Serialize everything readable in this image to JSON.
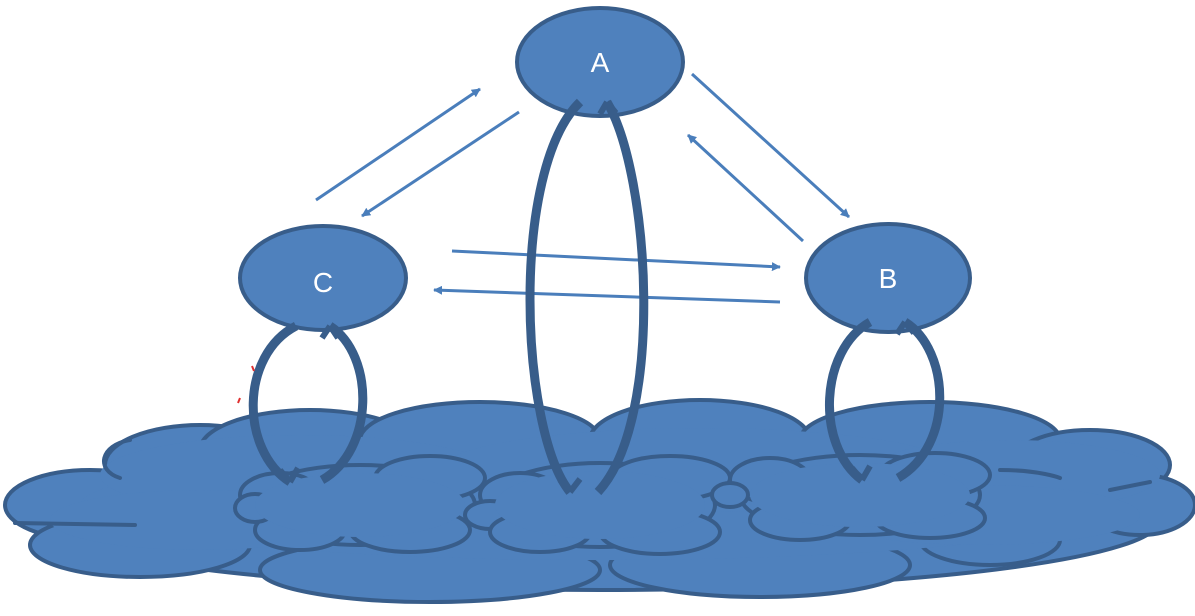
{
  "nodes": {
    "a": {
      "label": "A"
    },
    "b": {
      "label": "B"
    },
    "c": {
      "label": "C"
    }
  },
  "colors": {
    "fill": "#4f81bd",
    "stroke": "#385d8a",
    "arrow": "#4a7ebb",
    "background": "#ffffff"
  }
}
